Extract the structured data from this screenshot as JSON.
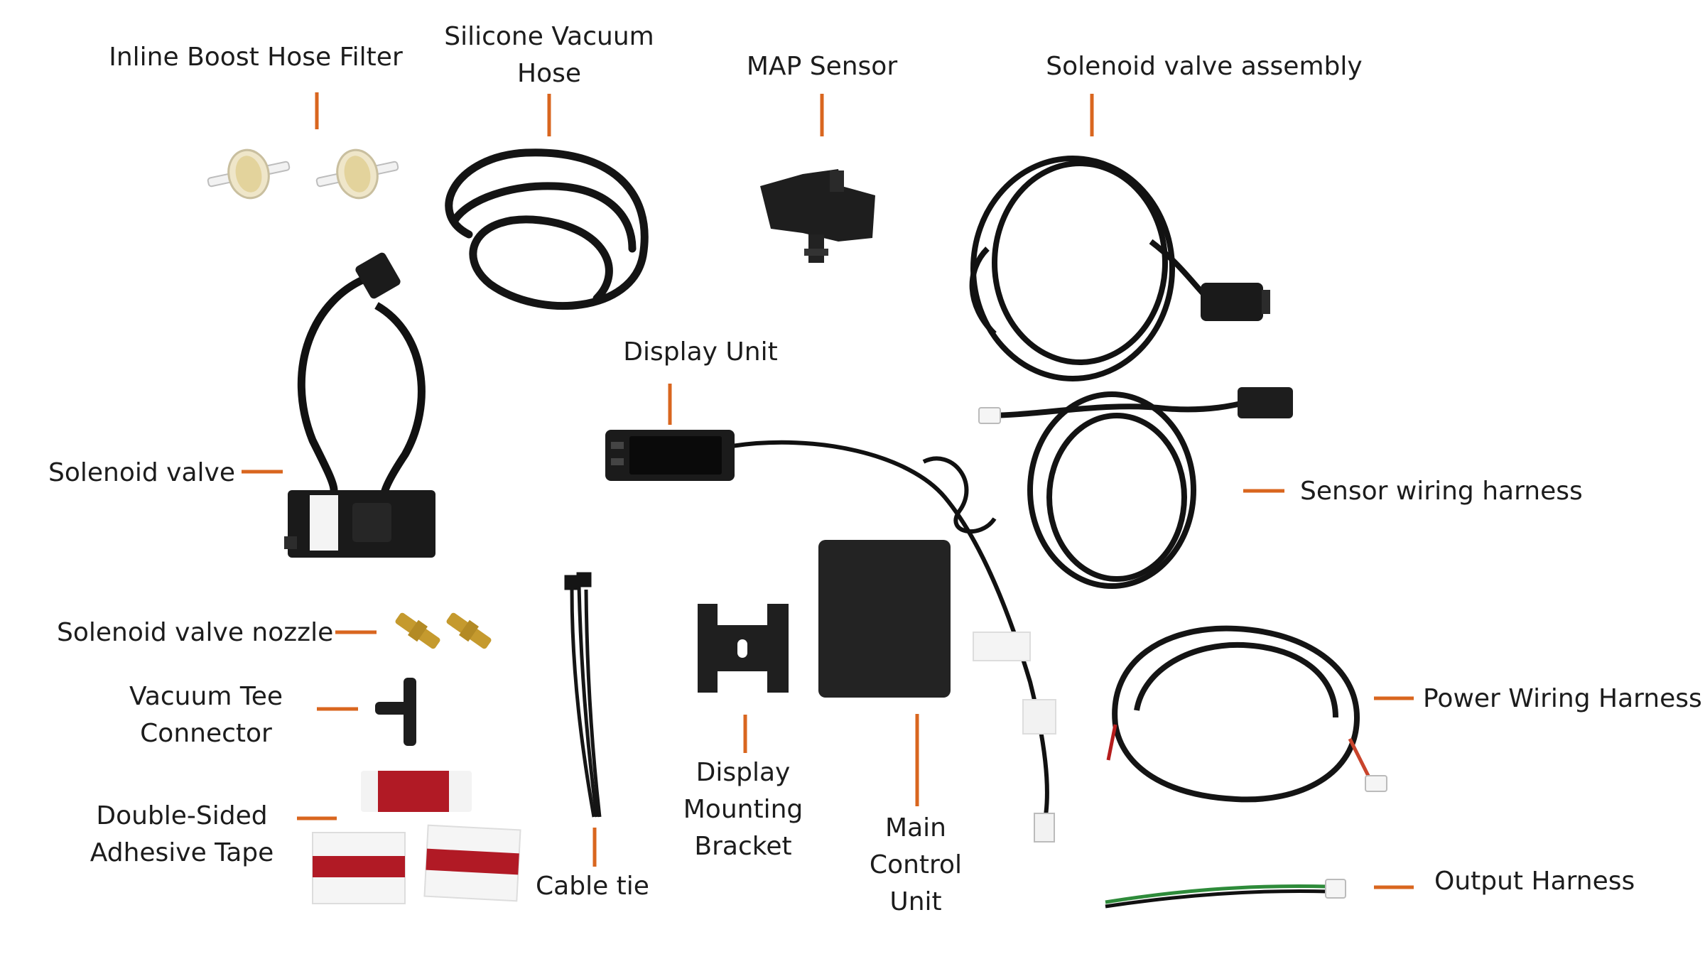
{
  "accent_color": "#d9661f",
  "labels": {
    "inline_boost_hose_filter": [
      "Inline Boost Hose Filter"
    ],
    "silicone_vacuum_hose": [
      "Silicone Vacuum",
      "Hose"
    ],
    "map_sensor": [
      "MAP Sensor"
    ],
    "solenoid_valve_assembly": [
      "Solenoid valve assembly"
    ],
    "display_unit": [
      "Display Unit"
    ],
    "solenoid_valve": [
      "Solenoid valve"
    ],
    "sensor_wiring_harness": [
      "Sensor wiring harness"
    ],
    "solenoid_valve_nozzle": [
      "Solenoid valve nozzle"
    ],
    "vacuum_tee_connector": [
      "Vacuum Tee",
      "Connector"
    ],
    "power_wiring_harness": [
      "Power Wiring Harness"
    ],
    "display_mounting_bracket": [
      "Display",
      "Mounting",
      "Bracket"
    ],
    "main_control_unit": [
      "Main",
      "Control",
      "Unit"
    ],
    "double_sided_adhesive_tape": [
      "Double-Sided",
      "Adhesive Tape"
    ],
    "cable_tie": [
      "Cable tie"
    ],
    "output_harness": [
      "Output Harness"
    ]
  }
}
